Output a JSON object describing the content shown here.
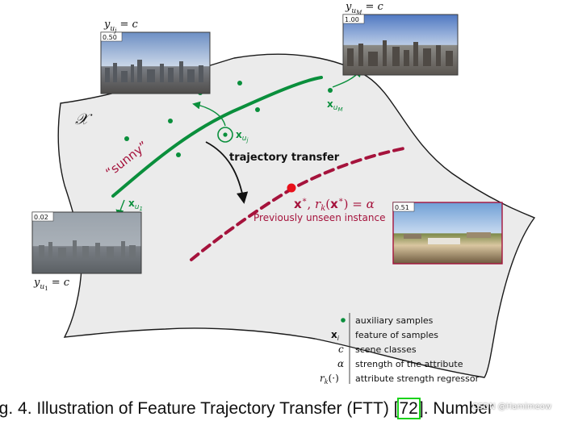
{
  "figure": {
    "manifold_label": "𝒳",
    "sunny_label": "“sunny”",
    "trajectory_transfer_label": "trajectory transfer",
    "new_instance_label": "x*, r_k(x*) = α",
    "previously_unseen_label": "Previously unseen instance"
  },
  "photos": [
    {
      "key": "uj",
      "value_text": "0.50",
      "caption": "y_{u_j} = c"
    },
    {
      "key": "uM",
      "value_text": "1.00",
      "caption": "y_{u_M} = c"
    },
    {
      "key": "u1",
      "value_text": "0.02",
      "caption": "y_{u_1} = c"
    },
    {
      "key": "new",
      "value_text": "0.51",
      "caption": ""
    }
  ],
  "point_labels": {
    "uj": "x_{u_j}",
    "uM": "x_{u_M}",
    "u1": "x_{u_1}"
  },
  "legend": [
    {
      "symbol": "●",
      "text": "auxiliary samples"
    },
    {
      "symbol": "x_i",
      "text": "feature of samples"
    },
    {
      "symbol": "c",
      "text": "scene classes"
    },
    {
      "symbol": "α",
      "text": "strength of the attribute"
    },
    {
      "symbol": "r_k(·)",
      "text": "attribute strength regressor"
    }
  ],
  "caption": {
    "prefix": "ig. 4. Illustration of Feature Trajectory Transfer (FTT) [",
    "ref": "72",
    "suffix": "]. Number"
  },
  "watermark": "CSDN @Hamimeow",
  "colors": {
    "green": "#0a8f3c",
    "crimson": "#a5133c",
    "red_point": "#e8101a",
    "surface": "#ececec"
  }
}
